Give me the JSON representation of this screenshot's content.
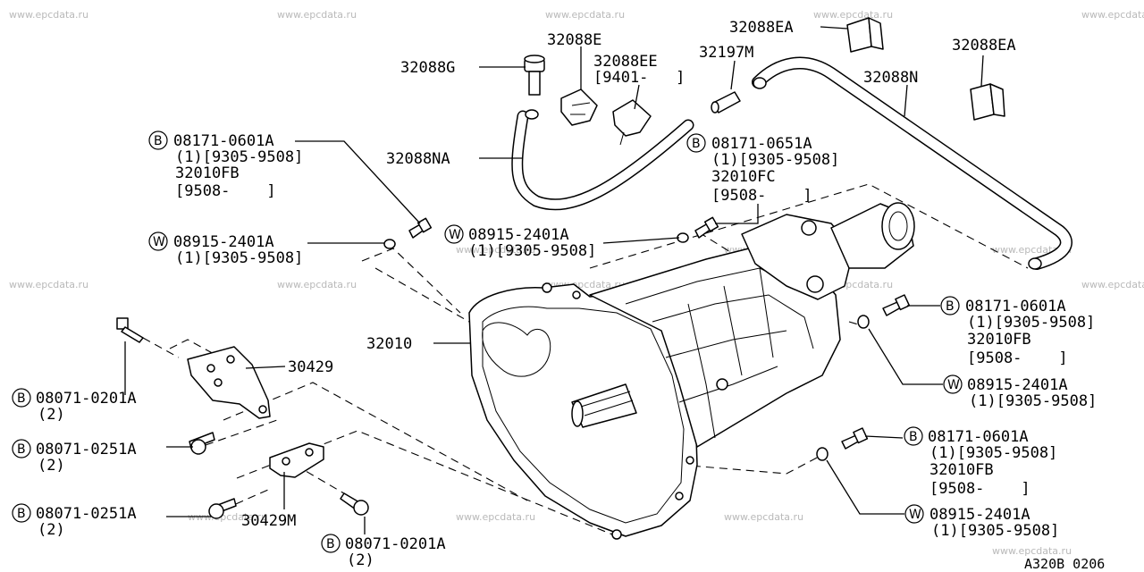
{
  "watermark": "www.epcdata.ru",
  "page_ref": "A320B 0206",
  "symbols": {
    "bolt": "B",
    "washer": "W"
  },
  "labels": {
    "p32088G": "32088G",
    "p32088E": "32088E",
    "p32088EE": "32088EE",
    "p32088EE_range": "[9401-   ]",
    "p32197M": "32197M",
    "p32088EA_top": "32088EA",
    "p32088EA_right": "32088EA",
    "p32088N": "32088N",
    "p32088NA": "32088NA",
    "b1_code": "08171-0601A",
    "b1_qty": "(1)[9305-9508]",
    "b1_alt": "32010FB",
    "b1_alt_range": "[9508-    ]",
    "w1_code": "08915-2401A",
    "w1_qty": "(1)[9305-9508]",
    "b2_code": "08171-0651A",
    "b2_qty": "(1)[9305-9508]",
    "b2_alt": "32010FC",
    "b2_alt_range": "[9508-    ]",
    "w2_code": "08915-2401A",
    "w2_qty": "(1)[9305-9508]",
    "p32010": "32010",
    "p30429": "30429",
    "b3_code": "08071-0201A",
    "b3_qty": "(2)",
    "b4_code": "08071-0251A",
    "b4_qty": "(2)",
    "b5_code": "08071-0251A",
    "b5_qty": "(2)",
    "p30429M": "30429M",
    "b6_code": "08071-0201A",
    "b6_qty": "(2)",
    "b7_code": "08171-0601A",
    "b7_qty": "(1)[9305-9508]",
    "b7_alt": "32010FB",
    "b7_alt_range": "[9508-    ]",
    "w3_code": "08915-2401A",
    "w3_qty": "(1)[9305-9508]",
    "b8_code": "08171-0601A",
    "b8_qty": "(1)[9305-9508]",
    "b8_alt": "32010FB",
    "b8_alt_range": "[9508-    ]",
    "w4_code": "08915-2401A",
    "w4_qty": "(1)[9305-9508]"
  }
}
